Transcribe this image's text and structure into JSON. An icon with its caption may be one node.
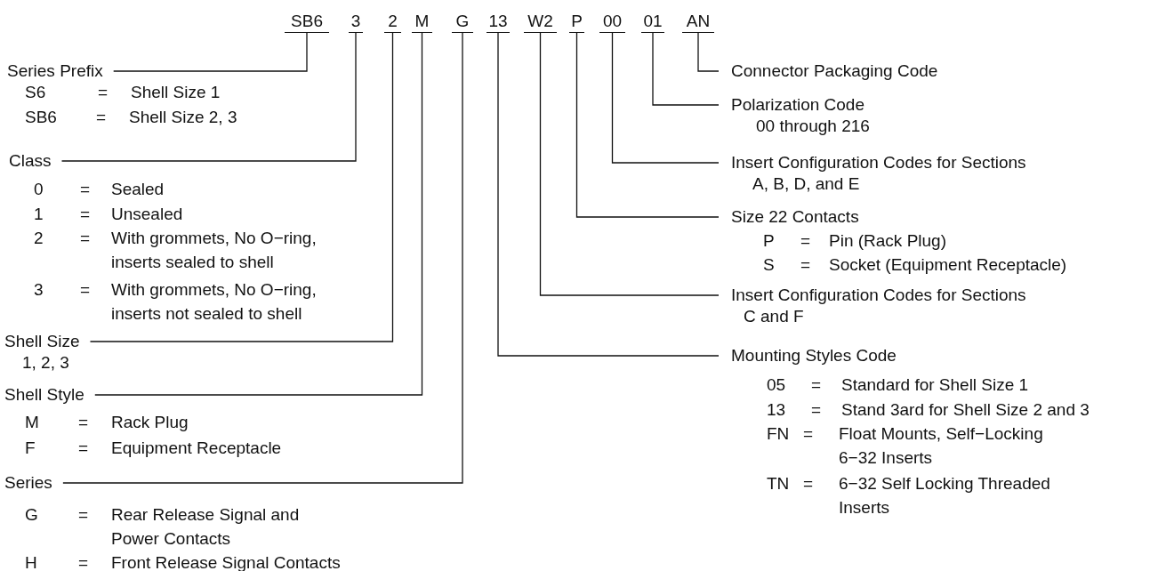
{
  "diagram": {
    "nodes": [
      {
        "text": [
          "SB6"
        ]
      },
      {
        "text": [
          "3"
        ]
      },
      {
        "text": [
          "2"
        ]
      },
      {
        "text": [
          "M"
        ]
      },
      {
        "text": [
          "G"
        ]
      },
      {
        "text": [
          "13"
        ]
      },
      {
        "text": [
          "W2"
        ]
      },
      {
        "text": [
          "P"
        ]
      },
      {
        "text": [
          "00"
        ]
      },
      {
        "text": [
          "01"
        ]
      },
      {
        "text": [
          "AN"
        ]
      },
      {
        "text": [
          "Series Prefix"
        ]
      },
      {
        "text": [
          "Class"
        ]
      },
      {
        "text": [
          "Shell Size",
          "1, 2, 3"
        ]
      },
      {
        "text": [
          "Shell Style"
        ]
      },
      {
        "text": [
          "Series"
        ]
      },
      {
        "text": [
          "Connector Packaging Code"
        ]
      },
      {
        "text": [
          "Polarization Code",
          "00 through 216"
        ]
      },
      {
        "text": [
          "Insert Configuration Codes for Sections",
          "A, B, D, and E"
        ]
      },
      {
        "text": [
          "Size 22 Contacts"
        ]
      },
      {
        "text": [
          "Insert Configuration Codes for Sections",
          "C and F"
        ]
      },
      {
        "text": [
          "Mounting Styles Code"
        ]
      }
    ],
    "edges": [
      {
        "from": 0,
        "to": 11,
        "arrow": "none"
      },
      {
        "from": 1,
        "to": 12,
        "arrow": "none"
      },
      {
        "from": 2,
        "to": 13,
        "arrow": "none"
      },
      {
        "from": 3,
        "to": 14,
        "arrow": "none"
      },
      {
        "from": 4,
        "to": 15,
        "arrow": "none"
      },
      {
        "from": 10,
        "to": 16,
        "arrow": "none"
      },
      {
        "from": 9,
        "to": 17,
        "arrow": "none"
      },
      {
        "from": 8,
        "to": 18,
        "arrow": "none"
      },
      {
        "from": 7,
        "to": 19,
        "arrow": "none"
      },
      {
        "from": 6,
        "to": 20,
        "arrow": "none"
      },
      {
        "from": 5,
        "to": 21,
        "arrow": "none"
      }
    ],
    "labels": [
      "S6",
      "=",
      "Shell Size 1",
      "SB6",
      "=",
      "Shell Size 2, 3",
      "0",
      "=",
      "Sealed",
      "1",
      "=",
      "Unsealed",
      "2",
      "=",
      "With grommets, No O−ring, inserts sealed to shell",
      "3",
      "=",
      "With grommets, No O−ring, inserts not sealed to shell",
      "M",
      "=",
      "Rack Plug",
      "F",
      "=",
      "Equipment Receptacle",
      "G",
      "=",
      "Rear Release Signal and Power Contacts",
      "H",
      "=",
      "Front Release Signal Contacts",
      "P",
      "=",
      "Pin (Rack Plug)",
      "S",
      "=",
      "Socket (Equipment Receptacle)",
      "05",
      "=",
      "Standard for Shell Size 1",
      "13",
      "=",
      "Stand 3ard for Shell Size 2 and 3",
      "FN",
      "=",
      "Float Mounts, Self−Locking 6−32 Inserts",
      "TN",
      "=",
      "6−32 Self Locking Threaded Inserts"
    ]
  }
}
